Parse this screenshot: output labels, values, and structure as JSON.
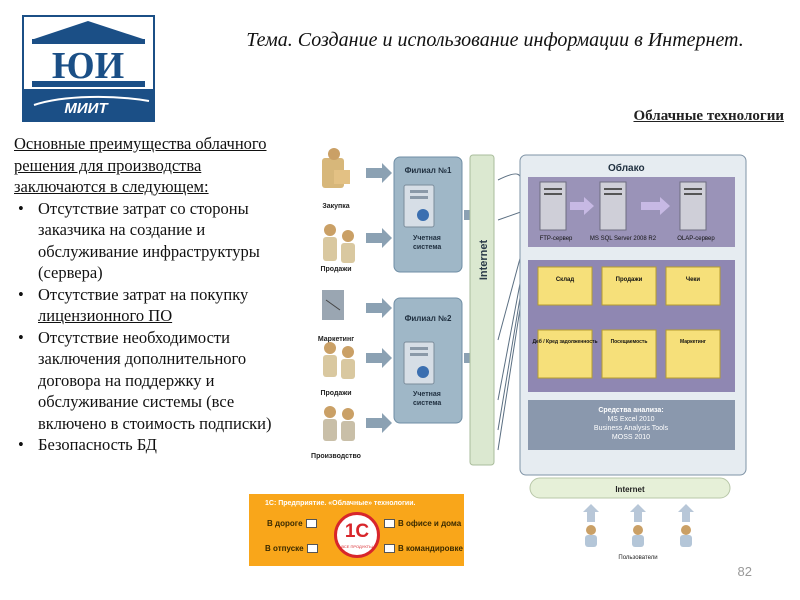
{
  "logo": {
    "letters": "ЮИ",
    "caption": "МИИТ"
  },
  "slide": {
    "title": "Тема. Создание и использование информации в Интернет.",
    "subtitle": "Облачные технологии",
    "intro": "Основные преимущества облачного решения для производства заключаются в следующем:",
    "bullets": [
      {
        "text_before": " Отсутствие затрат со стороны заказчика на создание и обслуживание инфраструктуры (сервера)",
        "underlined": "",
        "text_after": ""
      },
      {
        "text_before": " Отсутствие затрат на покупку ",
        "underlined": "лицензионного ПО",
        "text_after": ""
      },
      {
        "text_before": " Отсутствие необходимости заключения дополнительного договора на поддержку и обслуживание системы (все включено в стоимость подписки)",
        "underlined": "",
        "text_after": ""
      },
      {
        "text_before": "Безопасность БД",
        "underlined": "",
        "text_after": ""
      }
    ],
    "page_number": "82"
  },
  "diagram": {
    "internet_vertical": "Internet",
    "branch1": {
      "title": "Филиал №1",
      "system": [
        "Учетная",
        "система"
      ],
      "actors": [
        "Закупка",
        "Продажи"
      ]
    },
    "branch2": {
      "title": "Филиал №2",
      "system": [
        "Учетная",
        "система"
      ],
      "actors": [
        "Маркетинг",
        "Продажи",
        "Производство"
      ]
    },
    "cloud": {
      "title": "Облако",
      "servers": [
        "FTP-сервер",
        "MS SQL Server 2008 R2",
        "OLAP-сервер"
      ],
      "cubes": [
        "Склад",
        "Продажи",
        "Чеки",
        "Деб / Кред задолженность",
        "Посещаемость",
        "Маркетинг"
      ],
      "analysis": [
        "Средства анализа:",
        "MS Excel 2010",
        "Business Analysis Tools",
        "MOSS 2010"
      ]
    },
    "internet_bottom": "Internet",
    "users_label": "Пользователи"
  },
  "banner": {
    "header": "1С: Предприятие. «Облачные» технологии.",
    "options": [
      "В дороге",
      "В офисе и дома",
      "В отпуске",
      "В командировке"
    ],
    "logo_text": "1С",
    "logo_sub": "ВСЕ ПРОДУКТЫ"
  },
  "colors": {
    "panel_fill": "#9fb7c7",
    "panel_border": "#6f8ea5",
    "cloud_fill": "#e6ecf1",
    "server_band": "#9a93b8",
    "cube_band": "#8f87b2",
    "cube_yellow": "#f6e07a",
    "banner_orange": "#f9a61a",
    "logo_blue": "#1b4f86"
  }
}
